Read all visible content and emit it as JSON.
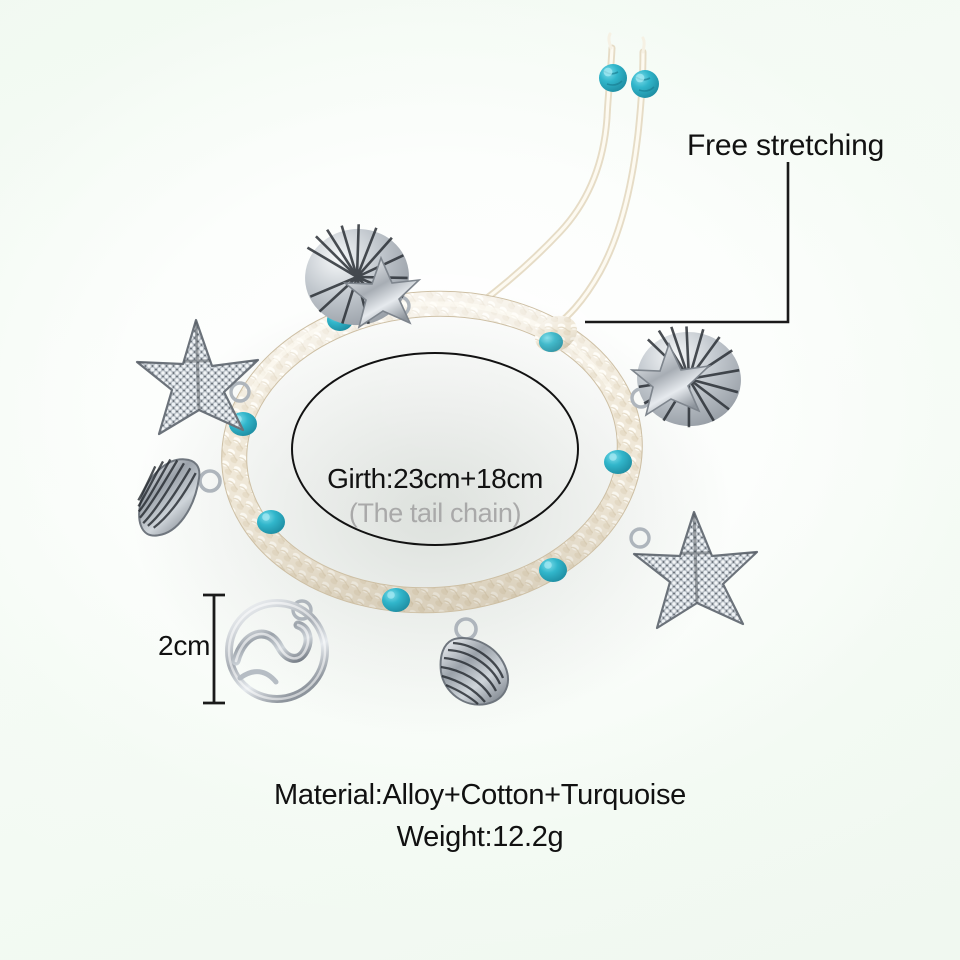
{
  "background": {
    "base_color": "#f2faf2",
    "highlight_color": "#ffffff"
  },
  "annotations": {
    "free_stretching": "Free stretching",
    "dimension": "2cm"
  },
  "callout_oval": {
    "girth": "Girth:23cm+18cm",
    "tail_chain": "(The tail chain)",
    "girth_color": "#111111",
    "tail_chain_color": "#a9a9a9"
  },
  "specs": {
    "lines": [
      "Material:Alloy+Cotton+Turquoise",
      "Weight:12.2g"
    ],
    "material": "Material:Alloy+Cotton+Turquoise",
    "weight": "Weight:12.2g"
  },
  "product": {
    "type": "beach anklet bracelet",
    "cord_color": "#efe6d3",
    "bead_color": "#2fb5c8",
    "metal_color": "#c9ccd0",
    "charms": [
      "shell-starfish-disc-charm",
      "starfish-charm",
      "clam-shell-charm",
      "wave-circle-charm",
      "clam-shell-charm",
      "starfish-charm",
      "shell-starfish-disc-charm"
    ],
    "bead_count": 8,
    "tail_count": 2
  }
}
